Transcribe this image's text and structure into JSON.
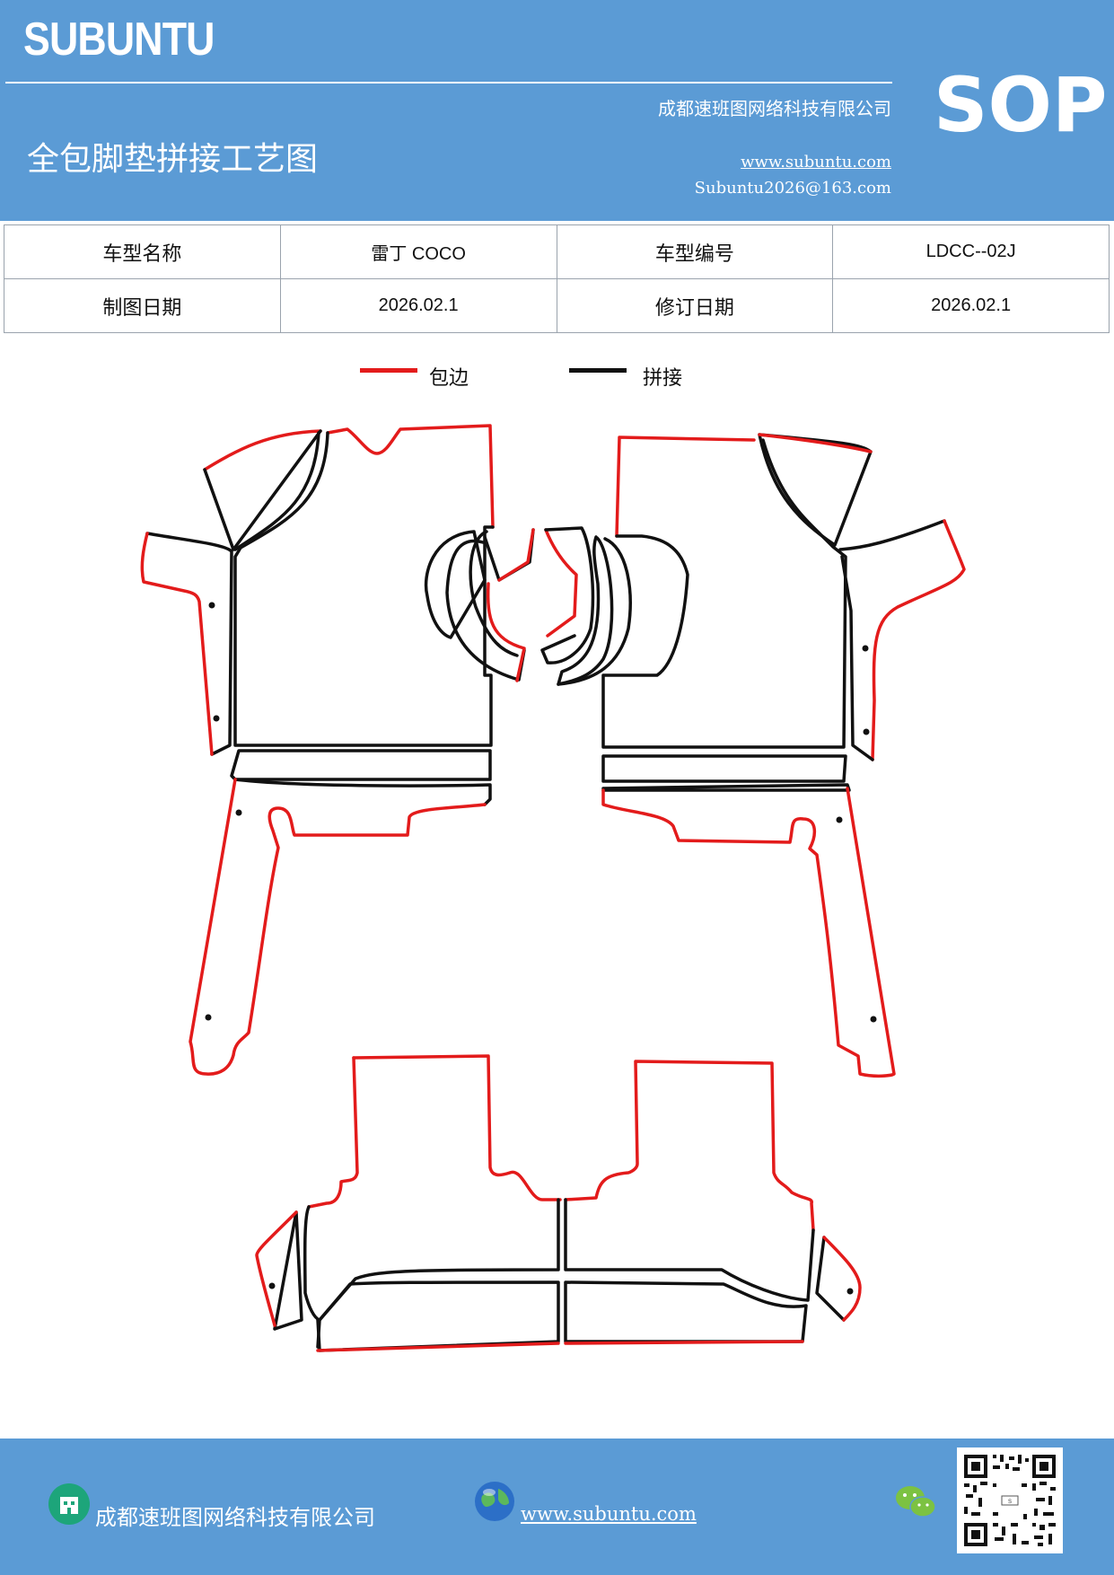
{
  "header": {
    "brand": "SUBUNTU",
    "company": "成都速班图网络科技有限公司",
    "title": "全包脚垫拼接工艺图",
    "website": "www.subuntu.com",
    "email": "Subuntu2026@163.com",
    "sop": "SOP",
    "bg_color": "#5b9bd5"
  },
  "info_table": {
    "rows": [
      [
        "车型名称",
        "雷丁 COCO",
        "车型编号",
        "LDCC--02J"
      ],
      [
        "制图日期",
        "2026.02.1",
        "修订日期",
        "2026.02.1"
      ]
    ]
  },
  "legend": [
    {
      "label": "包边",
      "color": "#e31b1b"
    },
    {
      "label": "拼接",
      "color": "#111111"
    }
  ],
  "footer": {
    "company": "成都速班图网络科技有限公司",
    "website": "www.subuntu.com",
    "icons": [
      "building-icon",
      "globe-icon",
      "wechat-icon",
      "qr-code"
    ]
  }
}
